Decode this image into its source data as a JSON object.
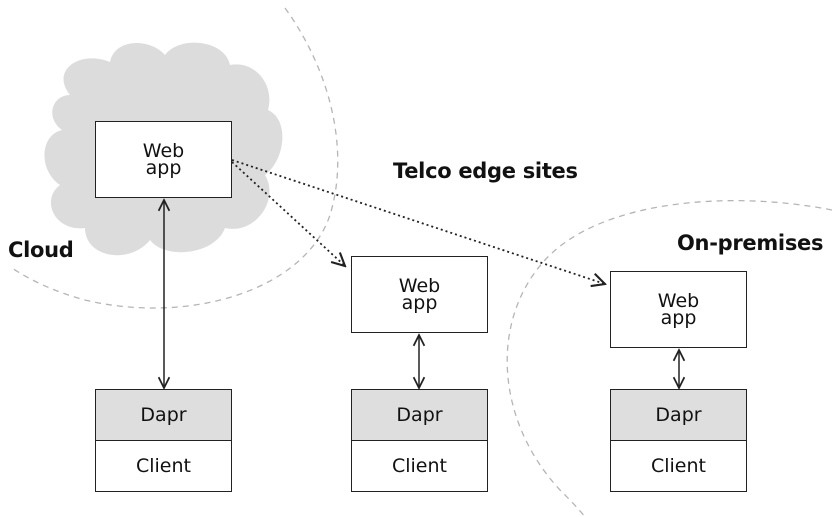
{
  "regions": {
    "cloud": "Cloud",
    "telco": "Telco edge sites",
    "onprem": "On-premises"
  },
  "nodes": {
    "cloud_webapp": "Web\napp",
    "telco_webapp": "Web\napp",
    "onprem_webapp": "Web\napp"
  },
  "stacks": [
    {
      "top": "Dapr",
      "bottom": "Client"
    },
    {
      "top": "Dapr",
      "bottom": "Client"
    },
    {
      "top": "Dapr",
      "bottom": "Client"
    }
  ],
  "colors": {
    "cloud_fill": "#dcdcdc",
    "dapr_fill": "#dedede",
    "dashed_boundary": "#b5b5b5",
    "line": "#222222"
  }
}
